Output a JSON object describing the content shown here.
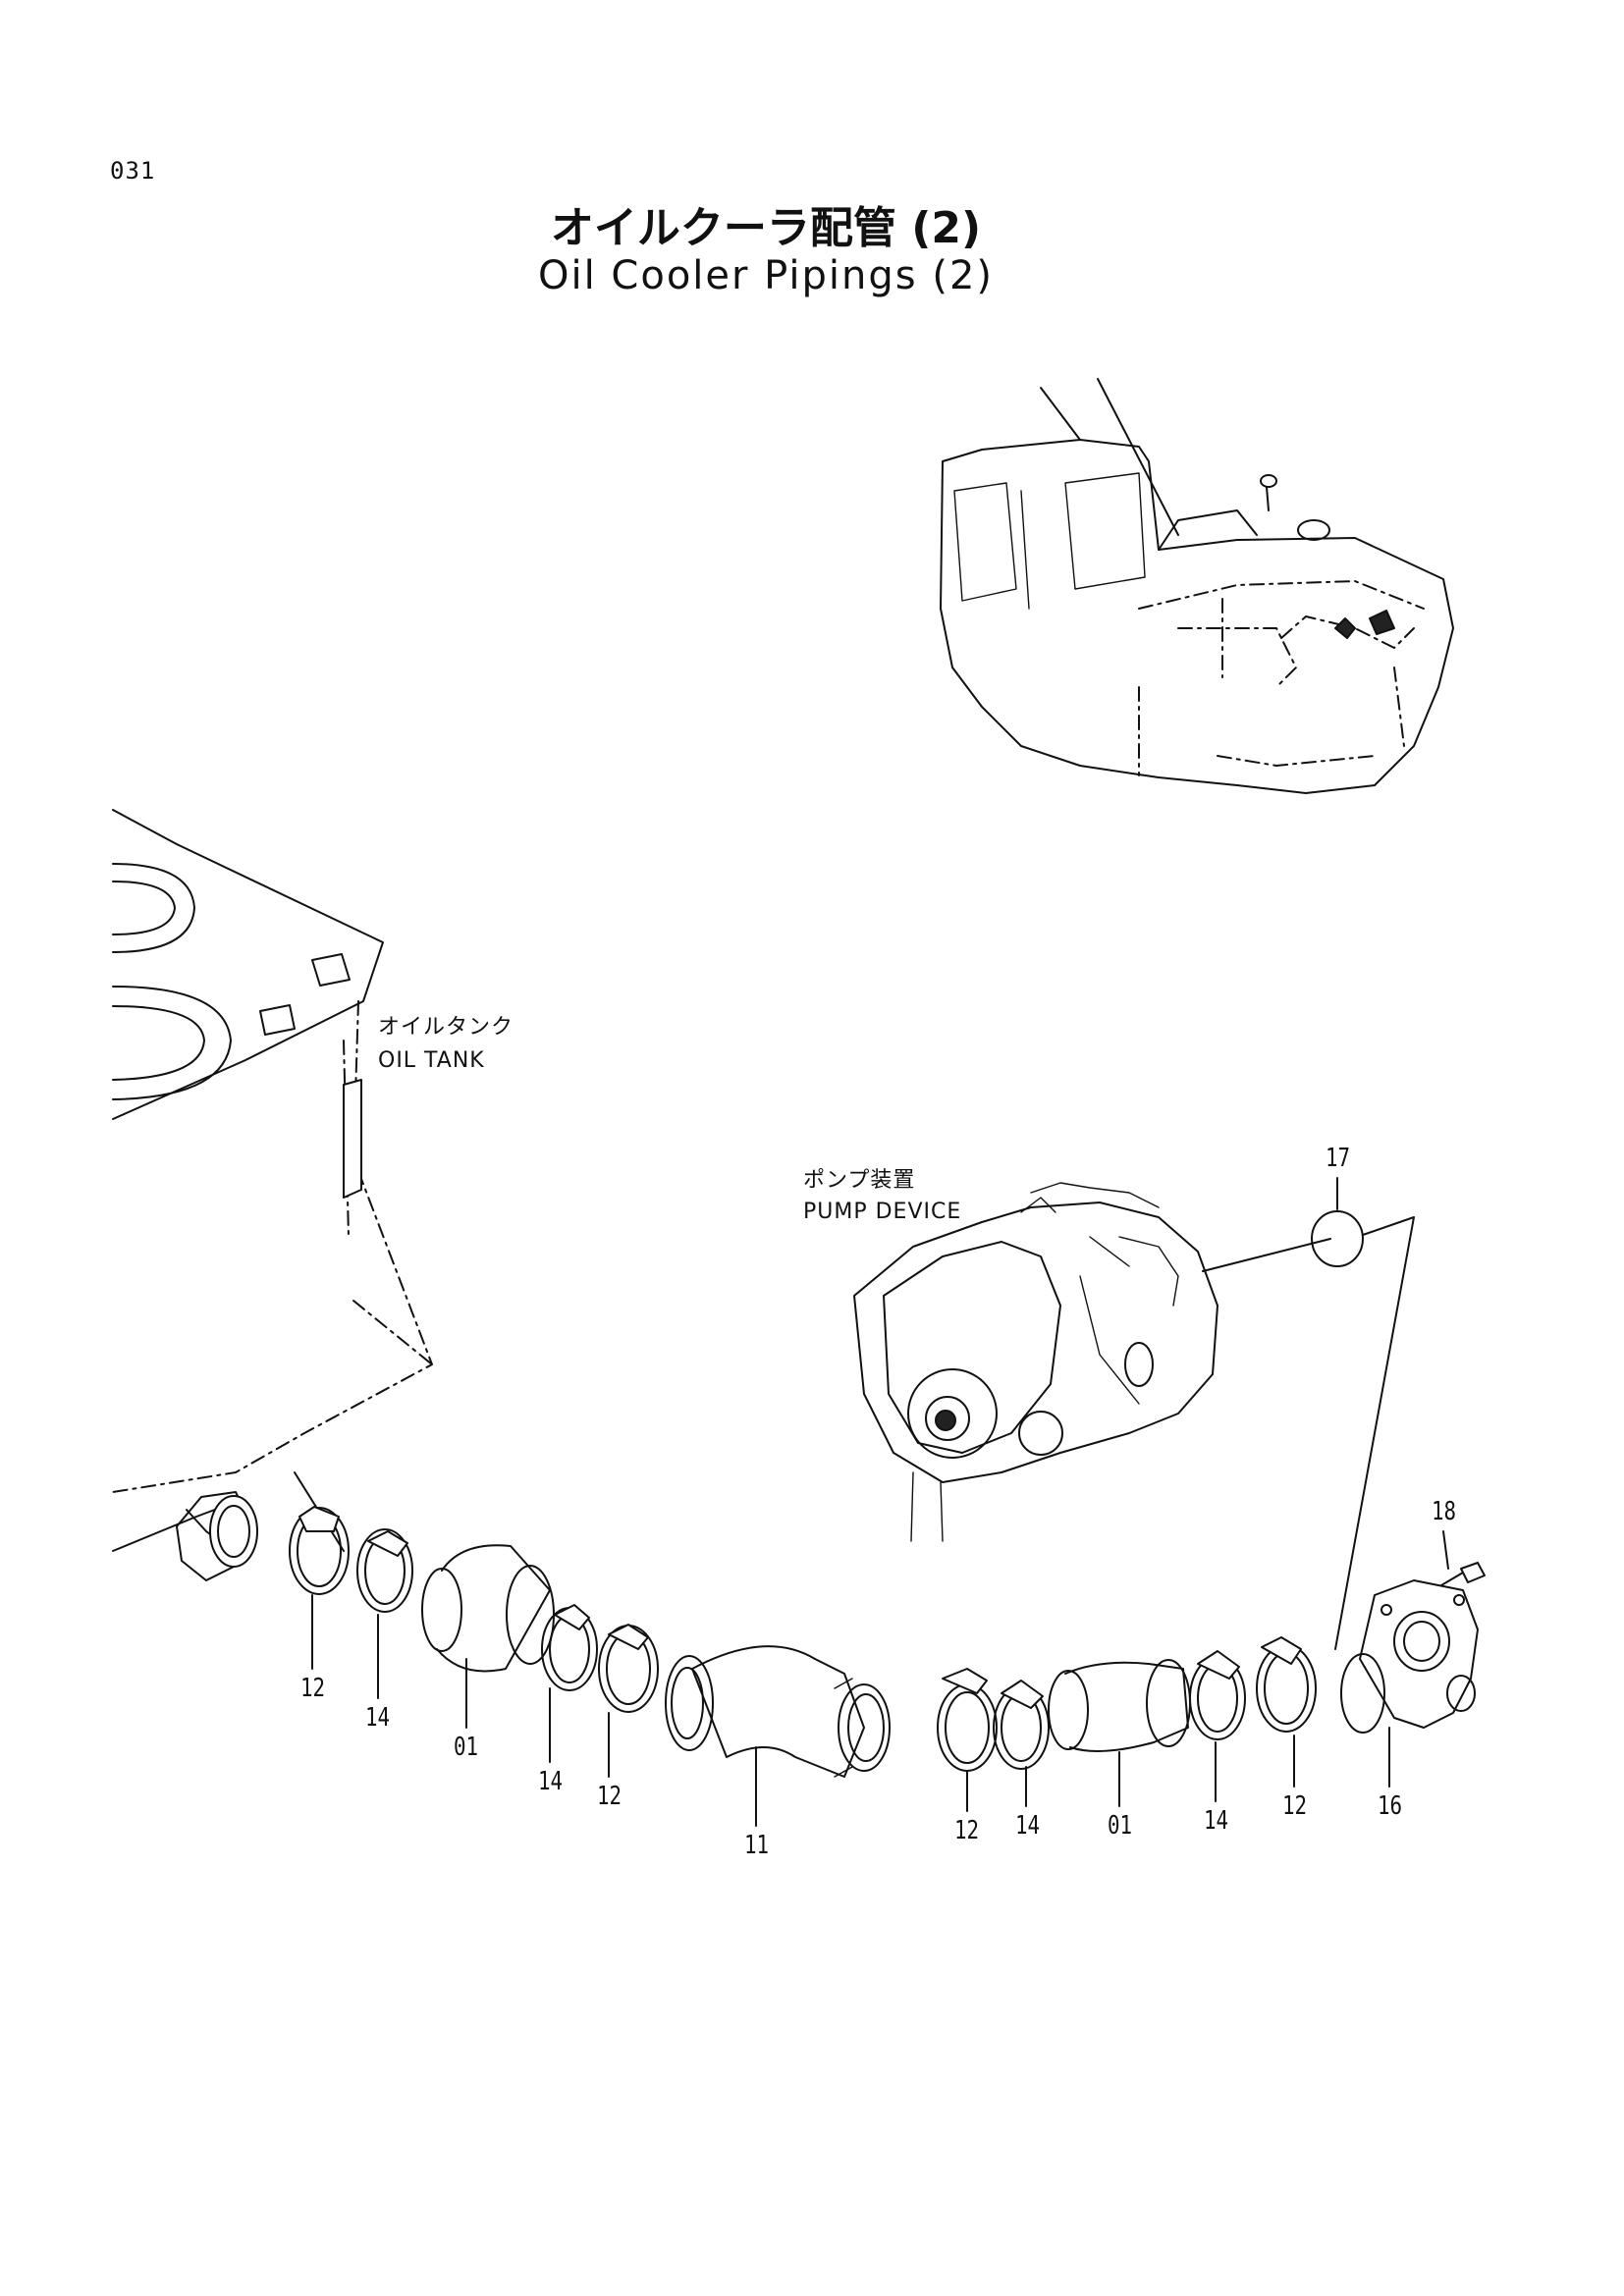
{
  "page": {
    "number": "031"
  },
  "title": {
    "jp": "オイルクーラ配管 (2)",
    "en": "Oil Cooler Pipings (2)"
  },
  "labels": {
    "oil_tank_jp": "オイルタンク",
    "oil_tank_en": "OIL TANK",
    "pump_device_jp": "ポンプ装置",
    "pump_device_en": "PUMP DEVICE"
  },
  "parts": [
    {
      "id": "p01a",
      "number": "01",
      "desc": "hose"
    },
    {
      "id": "p01b",
      "number": "01",
      "desc": "hose"
    },
    {
      "id": "p11",
      "number": "11",
      "desc": "elbow hose"
    },
    {
      "id": "p12a",
      "number": "12"
    },
    {
      "id": "p12b",
      "number": "12"
    },
    {
      "id": "p12c",
      "number": "12"
    },
    {
      "id": "p12d",
      "number": "12"
    },
    {
      "id": "p14a",
      "number": "14"
    },
    {
      "id": "p14b",
      "number": "14"
    },
    {
      "id": "p14c",
      "number": "14"
    },
    {
      "id": "p14d",
      "number": "14"
    },
    {
      "id": "p16",
      "number": "16"
    },
    {
      "id": "p17",
      "number": "17"
    },
    {
      "id": "p18",
      "number": "18"
    }
  ]
}
